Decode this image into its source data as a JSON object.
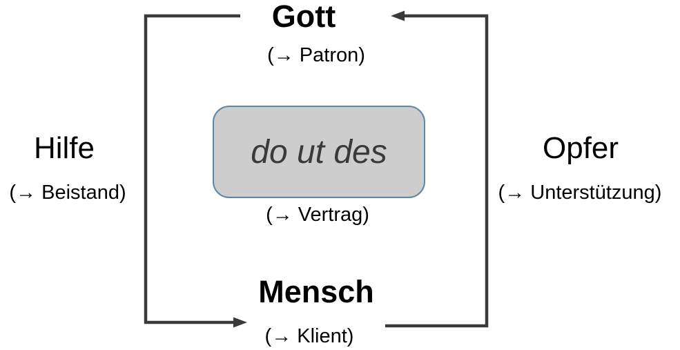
{
  "nodes": {
    "gott": {
      "label": "Gott",
      "sub": "(→ Patron)"
    },
    "mensch": {
      "label": "Mensch",
      "sub": "(→ Klient)"
    },
    "hilfe": {
      "label": "Hilfe",
      "sub": "(→ Beistand)"
    },
    "opfer": {
      "label": "Opfer",
      "sub": "(→ Unterstützung)"
    },
    "center": {
      "label": "do ut des",
      "sub": "(→ Vertrag)"
    }
  },
  "arrows": [
    {
      "from": "Gott",
      "to": "Mensch",
      "meaning": "Hilfe (→ Beistand)",
      "side": "left",
      "direction": "down"
    },
    {
      "from": "Mensch",
      "to": "Gott",
      "meaning": "Opfer (→ Unterstützung)",
      "side": "right",
      "direction": "up"
    }
  ],
  "colors": {
    "line": "#3a3a3a",
    "box_fill": "#cdcdcd",
    "box_border": "#5b87a8",
    "text": "#000000",
    "box_text": "#3a3a3a",
    "background": "#ffffff"
  }
}
